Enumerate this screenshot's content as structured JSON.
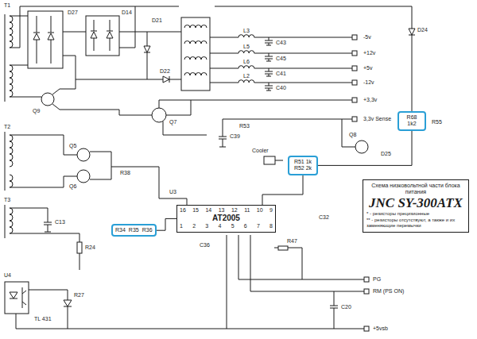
{
  "diagram": {
    "nodes": [
      {
        "text": [
          "R68",
          "1k2"
        ]
      },
      {
        "text": [
          "R51 1k",
          "R52 2k"
        ]
      },
      {
        "text": [
          "Схема низковольтной части блока питания",
          "JNC SY-300ATX",
          "* - резисторы прецизионные",
          "** - резисторы отсутствуют, а также и их заменяющие перемычки"
        ]
      },
      {
        "text": [
          "16 15 14 13 12 11 10 9",
          "AT2005",
          "1 2 3 4 5 6 7 8"
        ]
      },
      {
        "text": [
          "R34",
          "R35",
          "R36"
        ]
      }
    ],
    "edges": [
      {
        "from": 0,
        "to": 1,
        "arrow": "none"
      },
      {
        "from": 1,
        "to": 3,
        "arrow": "none"
      },
      {
        "from": 4,
        "to": 3,
        "arrow": "none"
      }
    ],
    "labels": [
      "-5v",
      "+12v",
      "+5v",
      "-12v",
      "+3,3v",
      "3,3v Sense",
      "PG",
      "RM (PS ON)",
      "+5vsb",
      "T1",
      "T2",
      "T3",
      "U4",
      "TL 431",
      "U3",
      "D27",
      "D14",
      "D21",
      "D22",
      "L3",
      "L5",
      "L6",
      "L2",
      "C43",
      "C45",
      "C41",
      "C40",
      "D24",
      "R55",
      "Q9",
      "Q7",
      "Q5",
      "Q6",
      "Q8",
      "Cooler",
      "D25",
      "R53",
      "C39",
      "R38",
      "C32",
      "R47",
      "C36",
      "C20",
      "C13",
      "R24",
      "R27"
    ]
  }
}
